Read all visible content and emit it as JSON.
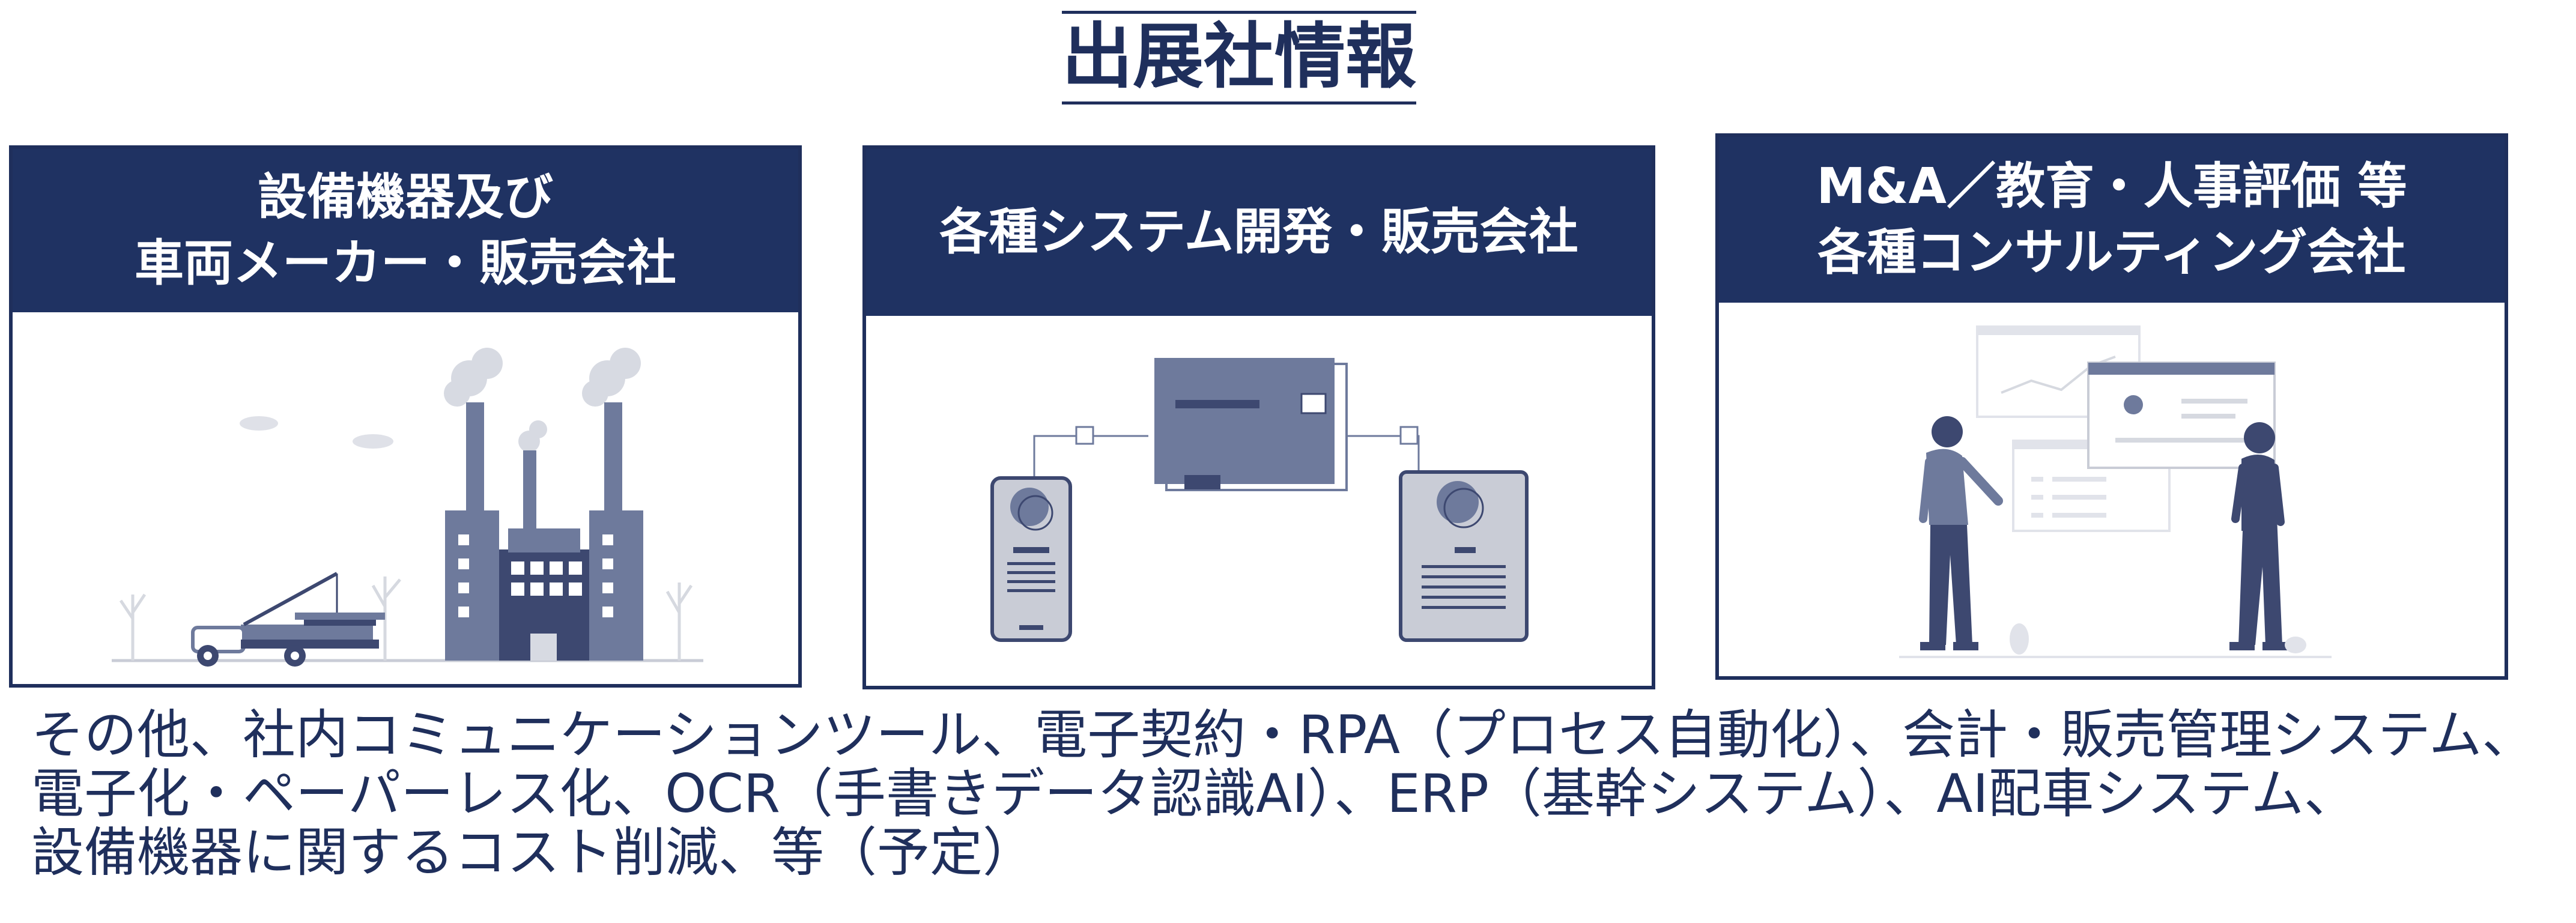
{
  "page_title": "出展社情報",
  "cards": [
    {
      "heading_lines": [
        "設備機器及び",
        "車両メーカー・販売会社"
      ],
      "illustration": "factory-illustration"
    },
    {
      "heading_lines": [
        "各種システム開発・販売会社"
      ],
      "illustration": "system-devices-illustration"
    },
    {
      "heading_lines": [
        "M&A／教育・人事評価 等",
        "各種コンサルティング会社"
      ],
      "illustration": "consulting-people-illustration"
    }
  ],
  "note_lines": [
    "その他、社内コミュニケーションツール、電子契約・RPA（プロセス自動化）、会計・販売管理システム、",
    "電子化・ペーパーレス化、OCR（手書きデータ認識AI）、ERP（基幹システム）、AI配車システム、",
    "設備機器に関するコスト削減、等（予定）"
  ],
  "colors": {
    "navy": "#1f3262",
    "slate": "#6e7a9c",
    "light": "#c9ccd6"
  }
}
